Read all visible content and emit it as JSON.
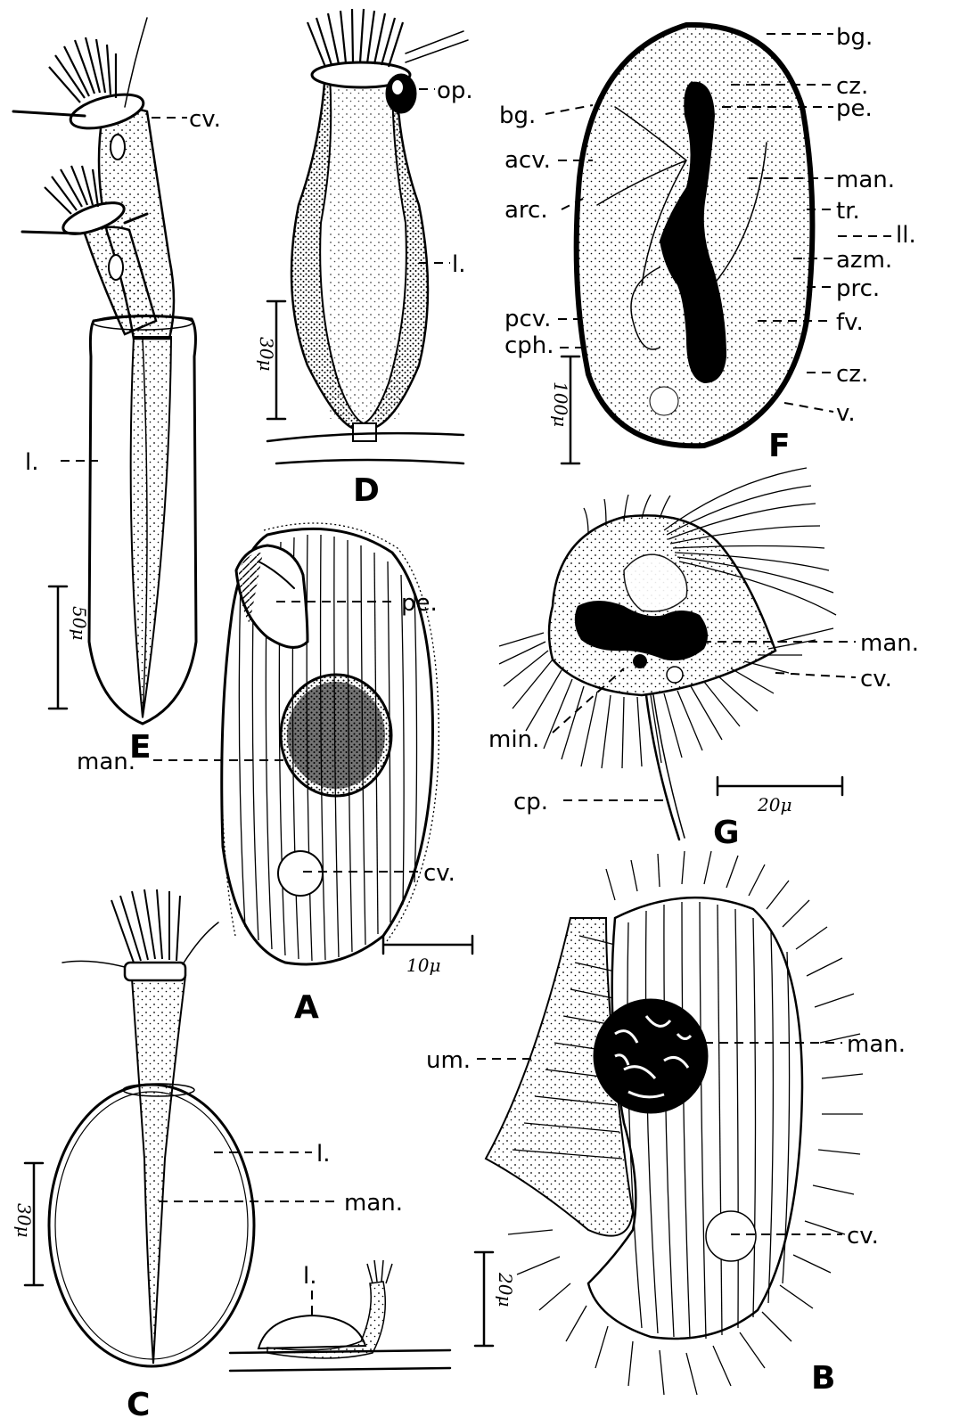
{
  "figures": {
    "A": {
      "letter": "A",
      "labels": {
        "pe": "pe.",
        "man": "man.",
        "cv": "cv."
      },
      "scale": "10μ"
    },
    "B": {
      "letter": "B",
      "labels": {
        "um": "um.",
        "man": "man.",
        "cv": "cv."
      },
      "scale": "20μ"
    },
    "C": {
      "letter": "C",
      "labels": {
        "l1": "l.",
        "man": "man.",
        "l2": "l."
      },
      "scale": "30μ"
    },
    "D": {
      "letter": "D",
      "labels": {
        "op": "op.",
        "l": "l."
      },
      "scale": "30μ"
    },
    "E": {
      "letter": "E",
      "labels": {
        "cv": "cv.",
        "l": "l."
      },
      "scale": "50μ"
    },
    "F": {
      "letter": "F",
      "labels": {
        "bg1": "bg.",
        "cz1": "cz.",
        "bg2": "bg.",
        "pe": "pe.",
        "acv": "acv.",
        "man": "man.",
        "arc": "arc.",
        "tr": "tr.",
        "ll": "ll.",
        "azm": "azm.",
        "prc": "prc.",
        "pcv": "pcv.",
        "fv": "fv.",
        "cph": "cph.",
        "cz2": "cz.",
        "v": "v."
      },
      "scale": "100μ"
    },
    "G": {
      "letter": "G",
      "labels": {
        "man": "man.",
        "cv": "cv.",
        "min": "min.",
        "cp": "cp."
      },
      "scale": "20μ"
    }
  }
}
